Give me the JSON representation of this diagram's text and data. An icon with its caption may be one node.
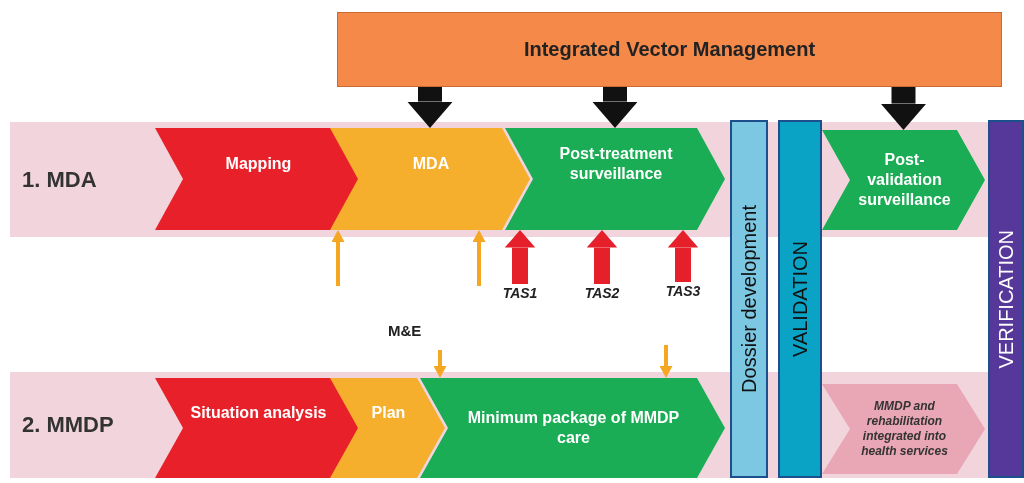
{
  "diagram": {
    "nodes": [
      {
        "text": [
          "Integrated Vector Management"
        ]
      },
      {
        "text": [
          "1. MDA"
        ]
      },
      {
        "text": [
          "Mapping"
        ],
        "in": 1
      },
      {
        "text": [
          "MDA"
        ],
        "in": 1
      },
      {
        "text": [
          "Post-treatment surveillance"
        ],
        "in": 1
      },
      {
        "text": [
          "Post-validation surveillance"
        ],
        "in": 1
      },
      {
        "text": [
          "2. MMDP"
        ]
      },
      {
        "text": [
          "Situation analysis"
        ],
        "in": 6
      },
      {
        "text": [
          "Plan"
        ],
        "in": 6
      },
      {
        "text": [
          "Minimum package of MMDP care"
        ],
        "in": 6
      },
      {
        "text": [
          "MMDP and rehabilitation integrated into health services"
        ],
        "in": 6
      },
      {
        "text": [
          "Dossier development"
        ]
      },
      {
        "text": [
          "VALIDATION"
        ]
      },
      {
        "text": [
          "VERIFICATION"
        ]
      },
      {
        "text": [
          "TAS1"
        ]
      },
      {
        "text": [
          "TAS2"
        ]
      },
      {
        "text": [
          "TAS3"
        ]
      }
    ],
    "edges": [
      {
        "from": 0,
        "to": 3,
        "arrow": "to",
        "color": "#111111"
      },
      {
        "from": 0,
        "to": 4,
        "arrow": "to",
        "color": "#111111"
      },
      {
        "from": 0,
        "to": 5,
        "arrow": "to",
        "color": "#111111"
      },
      {
        "from": null,
        "to": 3,
        "arrow": "to",
        "color": "#f5a623"
      },
      {
        "from": null,
        "to": 3,
        "arrow": "to",
        "color": "#f5a623"
      },
      {
        "from": 14,
        "to": 4,
        "arrow": "to",
        "color": "#e5202a"
      },
      {
        "from": 15,
        "to": 4,
        "arrow": "to",
        "color": "#e5202a"
      },
      {
        "from": 16,
        "to": 4,
        "arrow": "to",
        "color": "#e5202a"
      },
      {
        "from": null,
        "to": 9,
        "arrow": "to",
        "color": "#f5a623"
      },
      {
        "from": null,
        "to": 9,
        "arrow": "to",
        "color": "#f5a623"
      }
    ],
    "labels": [
      "M&E"
    ]
  }
}
